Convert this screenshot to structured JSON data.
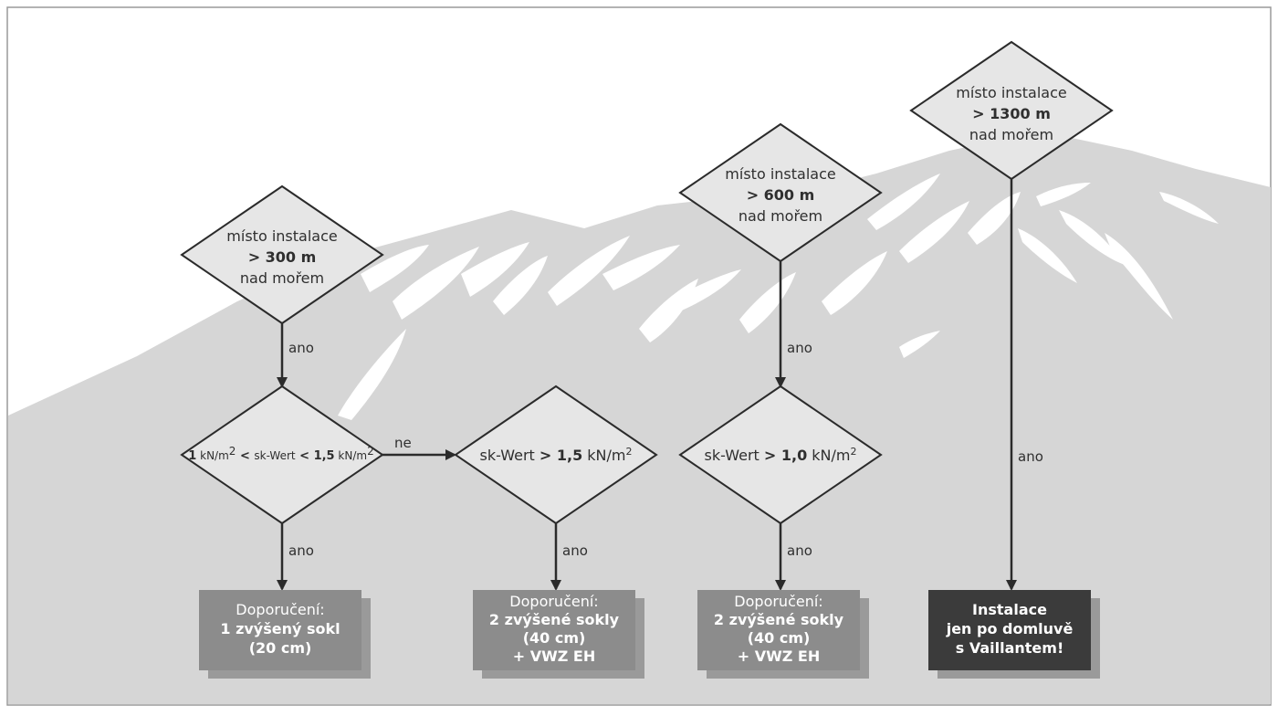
{
  "nodes": {
    "d300": {
      "line1": "místo instalace",
      "line2": "> 300 m",
      "line3": "nad mořem"
    },
    "d600": {
      "line1": "místo instalace",
      "line2": "> 600 m",
      "line3": "nad mořem"
    },
    "d1300": {
      "line1": "místo instalace",
      "line2": "> 1300 m",
      "line3": "nad mořem"
    },
    "cond1": {
      "a": "1",
      "b": " kN/m",
      "sup1": "2",
      "c": " < ",
      "d": "sk-Wert",
      "e": " < ",
      "f": "1,5",
      "g": " kN/m",
      "sup2": "2"
    },
    "cond2": {
      "a": "sk-Wert ",
      "b": "> 1,5",
      "c": " kN/m",
      "sup": "2"
    },
    "cond3": {
      "a": "sk-Wert ",
      "b": "> 1,0",
      "c": " kN/m",
      "sup": "2"
    },
    "box1": {
      "line1": "Doporučení:",
      "line2": "1 zvýšený sokl",
      "line3": "(20 cm)"
    },
    "box2": {
      "line1": "Doporučení:",
      "line2": "2 zvýšené sokly",
      "line3": "(40 cm)",
      "line4": "+ VWZ EH"
    },
    "box3": {
      "line1": "Doporučení:",
      "line2": "2 zvýšené sokly",
      "line3": "(40 cm)",
      "line4": "+ VWZ EH"
    },
    "box4": {
      "line1": "Instalace",
      "line2": "jen po domluvě",
      "line3": "s Vaillantem!"
    }
  },
  "edges": {
    "ano": "ano",
    "ne": "ne"
  },
  "colors": {
    "mountain": "#d6d6d6",
    "snow": "#ffffff",
    "diamond_fill": "#e6e6e6",
    "box_gray": "#8c8c8c",
    "box_dark": "#3b3b3b",
    "line": "#2b2b2b"
  }
}
